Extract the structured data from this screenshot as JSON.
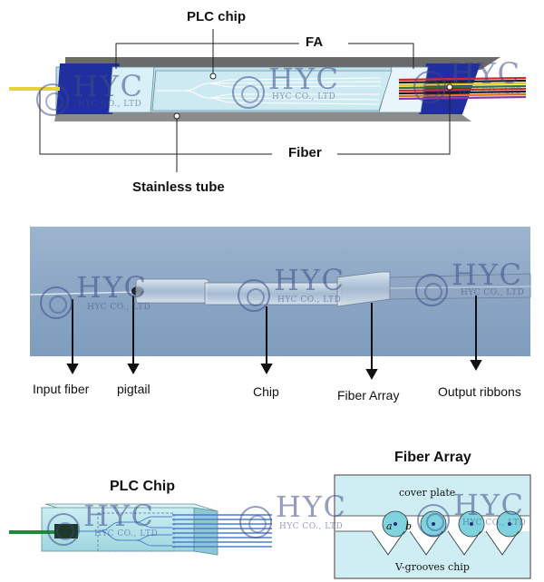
{
  "top_diagram": {
    "labels": {
      "plc_chip": "PLC chip",
      "fa": "FA",
      "fiber": "Fiber",
      "stainless_tube": "Stainless tube"
    }
  },
  "middle_photo": {
    "labels": {
      "input_fiber": "Input fiber",
      "pigtail": "pigtail",
      "chip": "Chip",
      "fiber_array": "Fiber Array",
      "output_ribbons": "Output ribbons"
    }
  },
  "bottom": {
    "plc_chip_title": "PLC Chip",
    "fiber_array_title": "Fiber Array",
    "cover_plate": "cover plate",
    "v_grooves_chip": "V-grooves chip",
    "label_a": "a",
    "label_b": "b"
  },
  "watermark": {
    "brand": "HYC",
    "company": "HYC CO., LTD"
  },
  "colors": {
    "housing_blue": "#1f2f9e",
    "chip_light": "#bfe6f0",
    "plate_gray": "#8a8a8a",
    "fiber_yellow": "#e8d23a",
    "photo_bg": "#8da8c6",
    "waveguide_blue": "#4a7fd0"
  }
}
